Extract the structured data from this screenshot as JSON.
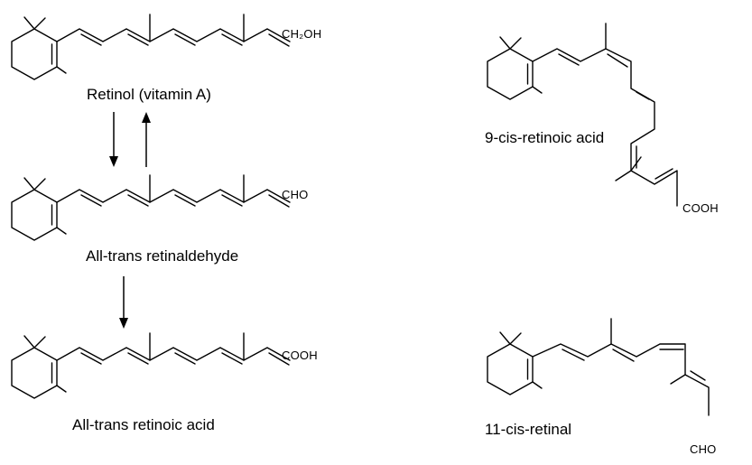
{
  "molecules": {
    "retinol": {
      "name": "Retinol (vitamin A)",
      "group": "CH₂OH"
    },
    "retinaldehyde": {
      "name": "All-trans retinaldehyde",
      "group": "CHO"
    },
    "retinoic_acid": {
      "name": "All-trans retinoic acid",
      "group": "COOH"
    },
    "cis9_acid": {
      "name": "9-cis-retinoic acid",
      "group": "COOH"
    },
    "cis11_retinal": {
      "name": "11-cis-retinal",
      "group": "CHO"
    }
  },
  "colors": {
    "line": "#000000",
    "background": "#ffffff"
  }
}
